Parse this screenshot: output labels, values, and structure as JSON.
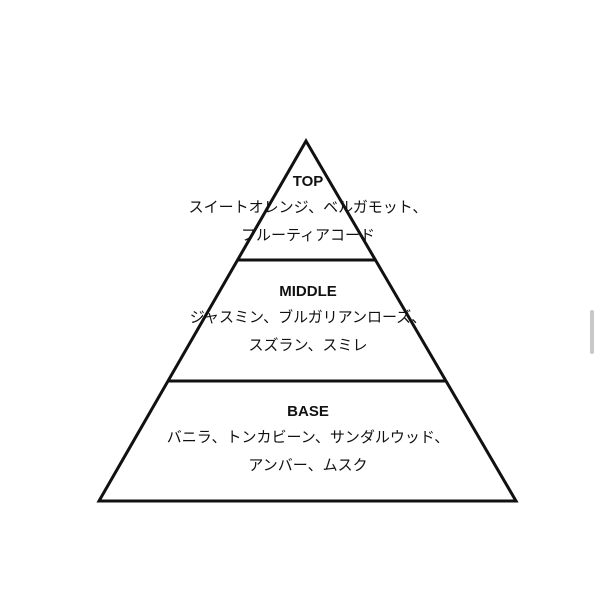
{
  "colors": {
    "background": "#ffffff",
    "line": "#111111",
    "text": "#111111",
    "scrollbar": "#c8c8c8"
  },
  "tiers": {
    "top": {
      "title": "TOP",
      "lines": [
        "スイートオレンジ、ベルガモット、",
        "フルーティアコード"
      ]
    },
    "middle": {
      "title": "MIDDLE",
      "lines": [
        "ジャスミン、ブルガリアンローズ、",
        "スズラン、スミレ"
      ]
    },
    "base": {
      "title": "BASE",
      "lines": [
        "バニラ、トンカビーン、サンダルウッド、",
        "アンバー、ムスク"
      ]
    }
  }
}
